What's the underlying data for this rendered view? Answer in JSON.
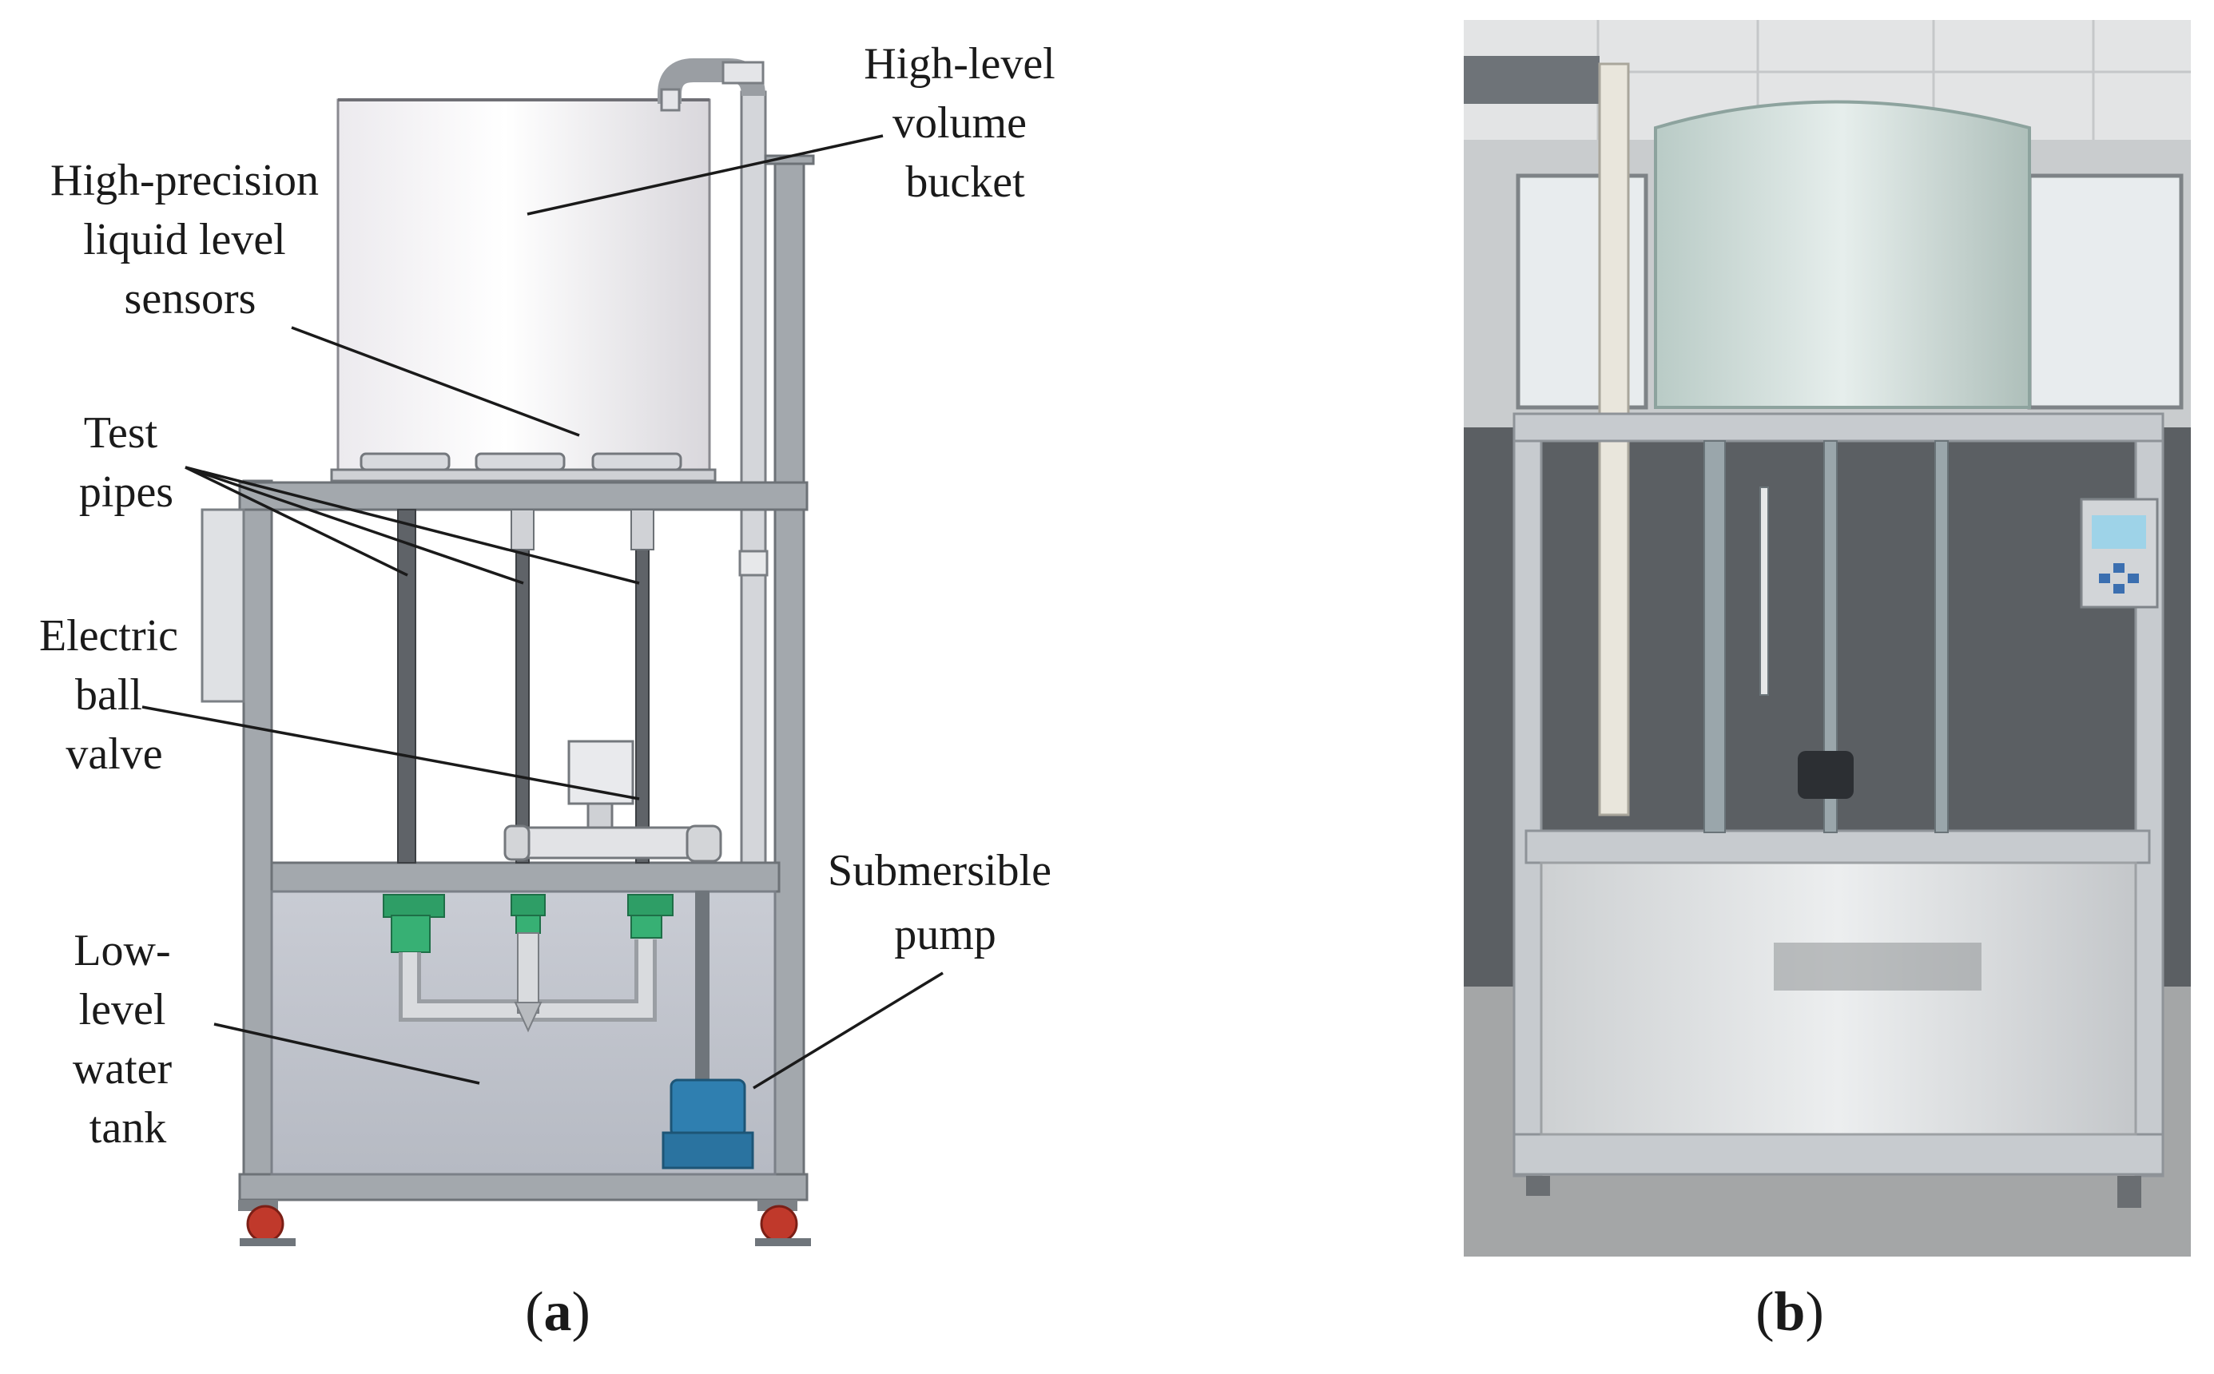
{
  "diagram": {
    "labels": {
      "high_level_bucket": [
        "High-level",
        "volume",
        "bucket"
      ],
      "level_sensors": [
        "High-precision",
        "liquid level",
        "sensors"
      ],
      "test_pipes": [
        "Test",
        "pipes"
      ],
      "ball_valve": [
        "Electric",
        "ball",
        "valve"
      ],
      "submersible_pump": [
        "Submersible",
        "pump"
      ],
      "low_level_tank": [
        "Low-",
        "level",
        "water",
        "tank"
      ]
    }
  },
  "captions": {
    "a": {
      "open": "(",
      "letter": "a",
      "close": ")"
    },
    "b": {
      "open": "(",
      "letter": "b",
      "close": ")"
    }
  },
  "colors": {
    "frame": "#9ea4aa",
    "frame_dark": "#6f757b",
    "bucket": "#e4e2e6",
    "tank": "#bfc3cc",
    "pipe": "#5f6368",
    "valve_green": "#2e9e66",
    "pump_blue": "#2f7fb0",
    "wheel_red": "#c0392b"
  }
}
